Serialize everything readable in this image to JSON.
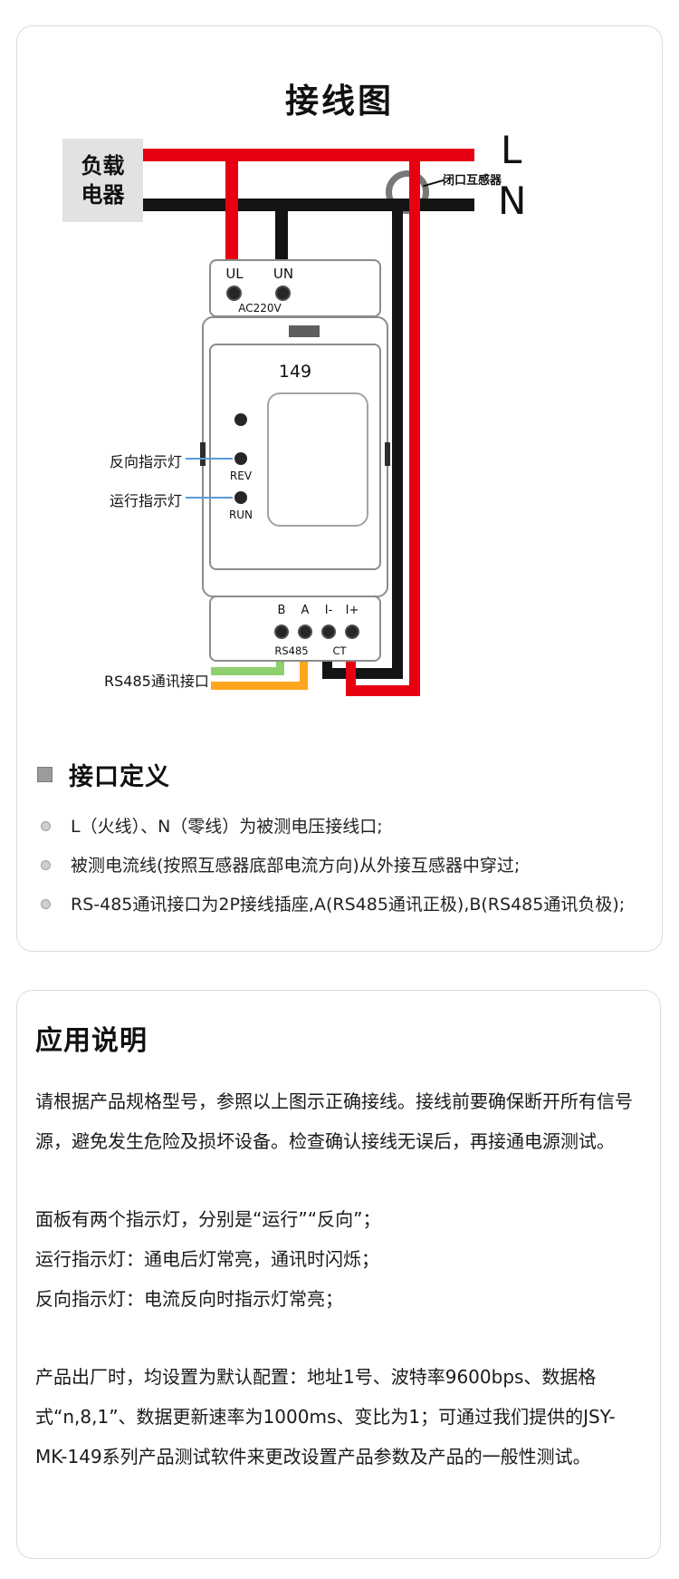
{
  "diagram_card": {
    "title": "接线图",
    "load_box": {
      "line1": "负载",
      "line2": "电器"
    },
    "line_l_label": "L",
    "line_n_label": "N",
    "ct_label": "闭口互感器",
    "device": {
      "ul": "UL",
      "un": "UN",
      "voltage": "AC220V",
      "model": "149",
      "rev": "REV",
      "run": "RUN",
      "term_b": "B",
      "term_a": "A",
      "term_i_minus": "I-",
      "term_i_plus": "I+",
      "rs485": "RS485",
      "ct": "CT"
    },
    "callouts": {
      "reverse_led": "反向指示灯",
      "run_led": "运行指示灯",
      "rs485_port": "RS485通讯接口"
    },
    "interface_section": {
      "heading": "接口定义",
      "items": [
        "L（火线）、N（零线）为被测电压接线口;",
        "被测电流线(按照互感器底部电流方向)从外接互感器中穿过;",
        "RS-485通讯接口为2P接线插座,A(RS485通讯正极),B(RS485通讯负极);"
      ]
    }
  },
  "notes_card": {
    "heading": "应用说明",
    "para_wiring": "请根据产品规格型号，参照以上图示正确接线。接线前要确保断开所有信号源，避免发生危险及损坏设备。检查确认接线无误后，再接通电源测试。",
    "led_lines": [
      "面板有两个指示灯，分别是“运行”“反向”；",
      "运行指示灯：通电后灯常亮，通讯时闪烁；",
      "反向指示灯：电流反向时指示灯常亮；"
    ],
    "para_default": "产品出厂时，均设置为默认配置：地址1号、波特率9600bps、数据格式“n,8,1”、数据更新速率为1000ms、变比为1；可通过我们提供的JSY-MK-149系列产品测试软件来更改设置产品参数及产品的一般性测试。"
  },
  "colors": {
    "wire_red": "#e60012",
    "wire_black": "#141414",
    "wire_green": "#8fcf6e",
    "wire_orange": "#ffa51e",
    "callout_blue": "#5b9bd5",
    "ct_ring_gray": "#787878",
    "load_box_gray": "#e2e2e2",
    "device_outline": "#8c8c8c",
    "card_border": "#dcdcdc"
  }
}
